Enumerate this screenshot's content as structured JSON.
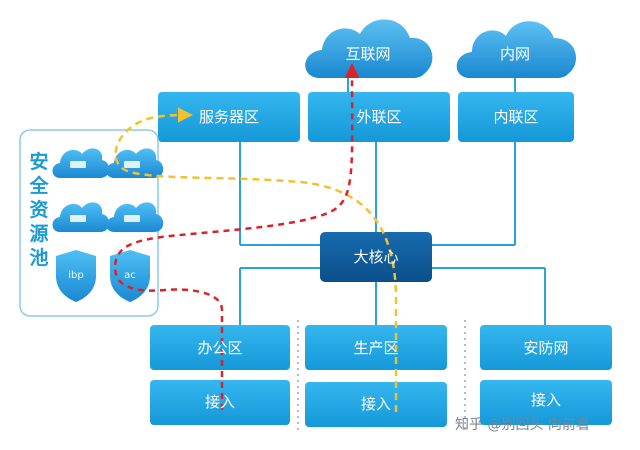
{
  "clouds": {
    "internet": "互联网",
    "intranet": "内网"
  },
  "zones": {
    "server": "服务器区",
    "external": "外联区",
    "internal": "内联区",
    "office": "办公区",
    "production": "生产区",
    "security": "安防网",
    "access": "接入"
  },
  "core": "大核心",
  "pool": {
    "title": "安全资源池",
    "shields": [
      "ibp",
      "ac"
    ]
  },
  "watermark": "知乎 @别回头 向前看",
  "colors": {
    "box_blue": "#22a7e6",
    "core_blue": "#0e5d9c",
    "line_blue": "#2aa3dc",
    "red_path": "#d8232a",
    "yellow_path": "#f2c12e",
    "pool_border": "#8ccbea"
  }
}
